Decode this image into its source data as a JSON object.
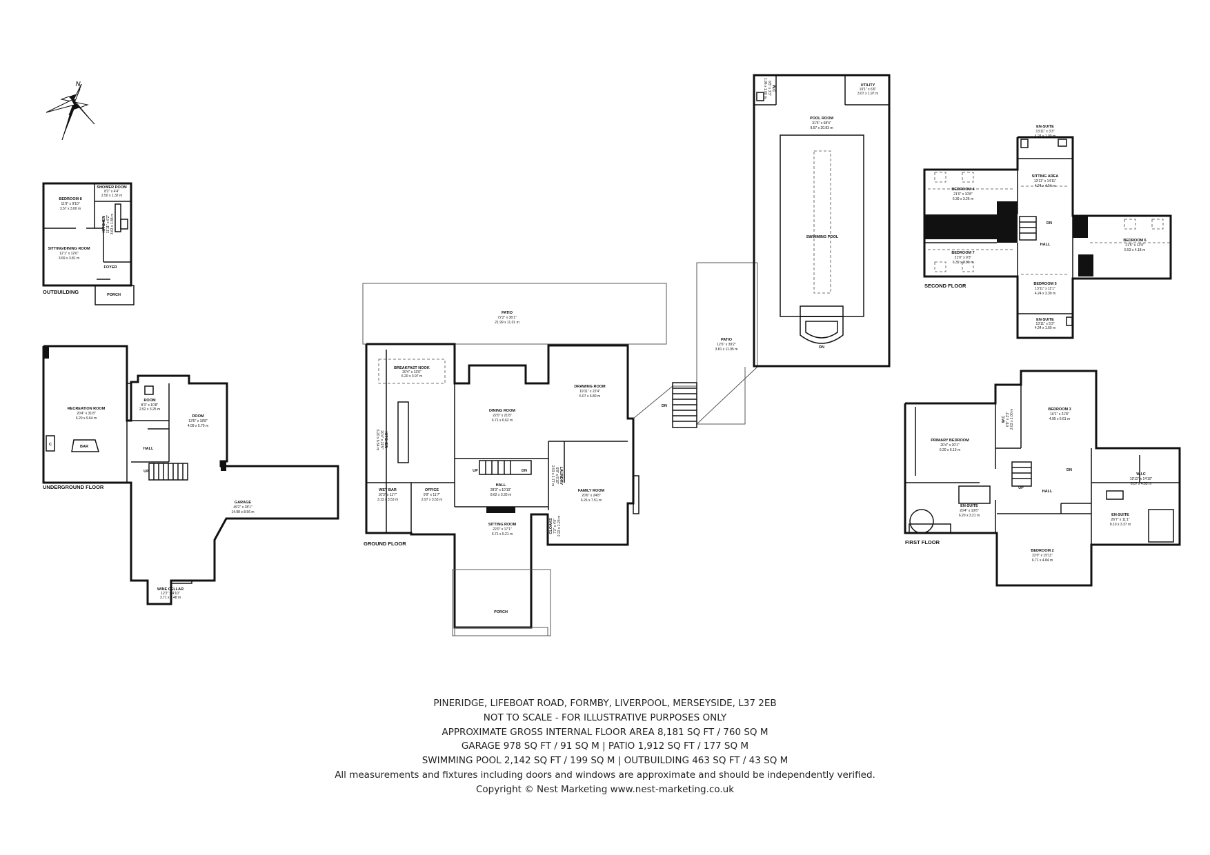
{
  "compass": {
    "north_label": "N"
  },
  "floors": {
    "outbuilding": "OUTBUILDING",
    "underground": "UNDERGROUND FLOOR",
    "ground": "GROUND FLOOR",
    "first": "FIRST FLOOR",
    "second": "SECOND FLOOR"
  },
  "rooms": {
    "bedroom8": {
      "name": "BEDROOM 8",
      "imperial": "11'9\" x 9'10\"",
      "metric": "3.57 x 3.00 m"
    },
    "shower_room": {
      "name": "SHOWER ROOM",
      "imperial": "8'2\" x 4'4\"",
      "metric": "2.50 x 1.32 m"
    },
    "kitchen_out": {
      "name": "KITCHEN",
      "imperial": "11'11\" x 6'2\"",
      "metric": "3.63 x 1.88 m"
    },
    "sitting_dining": {
      "name": "SITTING/DINING ROOM",
      "imperial": "12'1\" x 12'6\"",
      "metric": "3.69 x 3.81 m"
    },
    "foyer": {
      "name": "FOYER"
    },
    "porch_out": {
      "name": "PORCH"
    },
    "recreation": {
      "name": "RECREATION ROOM",
      "imperial": "20'4\" x 31'8\"",
      "metric": "6.20 x 9.64 m"
    },
    "bar": {
      "name": "BAR"
    },
    "c": {
      "name": "C"
    },
    "room_small": {
      "name": "ROOM",
      "imperial": "8'3\" x 10'8\"",
      "metric": "2.52 x 3.25 m"
    },
    "room_large": {
      "name": "ROOM",
      "imperial": "13'5\" x 18'8\"",
      "metric": "4.09 x 5.70 m"
    },
    "hall_under": {
      "name": "HALL"
    },
    "up_under": {
      "name": "UP"
    },
    "garage": {
      "name": "GARAGE",
      "imperial": "49'2\" x 28'1\"",
      "metric": "14.98 x 8.56 m"
    },
    "wine_cellar": {
      "name": "WINE CELLAR",
      "imperial": "12'2\" x 4'10\"",
      "metric": "3.71 x 1.48 m"
    },
    "patio_main": {
      "name": "PATIO",
      "imperial": "72'2\" x 36'1\"",
      "metric": "21.99 x 11.01 m"
    },
    "breakfast_nook": {
      "name": "BREAKFAST NOOK",
      "imperial": "20'4\" x 13'0\"",
      "metric": "6.20 x 3.97 m"
    },
    "kitchen": {
      "name": "KITCHEN",
      "imperial": "20'4\" x 21'5\"",
      "metric": "6.20 x 6.54 m"
    },
    "dining": {
      "name": "DINING ROOM",
      "imperial": "22'0\" x 21'8\"",
      "metric": "6.71 x 6.62 m"
    },
    "drawing": {
      "name": "DRAWING ROOM",
      "imperial": "19'11\" x 22'4\"",
      "metric": "6.07 x 6.80 m"
    },
    "hall_ground": {
      "name": "HALL",
      "imperial": "28'3\" x 10'10\"",
      "metric": "8.62 x 3.30 m"
    },
    "laundry": {
      "name": "LAUNDRY",
      "imperial": "6'8\" x 5'10\"",
      "metric": "2.03 x 1.77 m"
    },
    "family": {
      "name": "FAMILY ROOM",
      "imperial": "20'6\" x 24'8\"",
      "metric": "6.26 x 7.51 m"
    },
    "wet_bar": {
      "name": "WET BAR",
      "imperial": "10'3\" x 11'7\"",
      "metric": "3.13 x 3.53 m"
    },
    "office": {
      "name": "OFFICE",
      "imperial": "9'9\" x 11'7\"",
      "metric": "2.97 x 3.53 m"
    },
    "sitting": {
      "name": "SITTING ROOM",
      "imperial": "22'0\" x 17'1\"",
      "metric": "6.71 x 5.21 m"
    },
    "cloaks": {
      "name": "CLOAKS",
      "imperial": "7'3\" x 4'0\"",
      "metric": "2.22 x 1.23 m"
    },
    "porch_ground": {
      "name": "PORCH"
    },
    "up_ground": {
      "name": "UP"
    },
    "dn_ground": {
      "name": "DN"
    },
    "dn_patio": {
      "name": "DN"
    },
    "patio_side": {
      "name": "PATIO",
      "imperial": "12'6\" x 39'2\"",
      "metric": "3.81 x 11.95 m"
    },
    "pool_room": {
      "name": "POOL ROOM",
      "imperial": "31'5\" x 68'4\"",
      "metric": "9.57 x 20.83 m"
    },
    "swimming_pool": {
      "name": "SWIMMING POOL"
    },
    "utility": {
      "name": "UTILITY",
      "imperial": "10'1\" x 6'6\"",
      "metric": "3.07 x 1.97 m"
    },
    "wc_pool": {
      "name": "W.C",
      "imperial": "6'5\" x 3'3\"",
      "metric": "1.96 x 1.00 m"
    },
    "dn_pool": {
      "name": "DN"
    },
    "ensuite_top": {
      "name": "EN-SUITE",
      "imperial": "13'11\" x 3'3\"",
      "metric": "4.24 x 1.00 m"
    },
    "sitting_area": {
      "name": "SITTING AREA",
      "imperial": "13'11\" x 14'11\"",
      "metric": "4.24 x 4.54 m"
    },
    "bedroom4": {
      "name": "BEDROOM 4",
      "imperial": "21'0\" x 10'8\"",
      "metric": "6.39 x 3.26 m"
    },
    "bedroom7": {
      "name": "BEDROOM 7",
      "imperial": "21'0\" x 9'3\"",
      "metric": "6.39 x 2.81 m"
    },
    "bedroom6": {
      "name": "BEDROOM 6",
      "imperial": "21'5\" x 13'9\"",
      "metric": "6.53 x 4.18 m"
    },
    "hall_second": {
      "name": "HALL"
    },
    "dn_second": {
      "name": "DN"
    },
    "bedroom5": {
      "name": "BEDROOM 5",
      "imperial": "13'11\" x 11'1\"",
      "metric": "4.24 x 3.39 m"
    },
    "ensuite_b5": {
      "name": "EN-SUITE",
      "imperial": "13'11\" x 5'3\"",
      "metric": "4.24 x 1.60 m"
    },
    "primary": {
      "name": "PRIMARY BEDROOM",
      "imperial": "20'4\" x 20'1\"",
      "metric": "6.20 x 6.13 m"
    },
    "ensuite_primary": {
      "name": "EN-SUITE",
      "imperial": "20'4\" x 10'6\"",
      "metric": "6.20 x 3.21 m"
    },
    "wc_first": {
      "name": "W.C",
      "imperial": "6'8\" x 3'3\"",
      "metric": "2.03 x 1.00 m"
    },
    "bedroom3": {
      "name": "BEDROOM 3",
      "imperial": "16'1\" x 21'8\"",
      "metric": "4.90 x 6.61 m"
    },
    "hall_first": {
      "name": "HALL"
    },
    "up_first": {
      "name": "UP"
    },
    "dn_first": {
      "name": "DN"
    },
    "wic": {
      "name": "W.I.C",
      "imperial": "19'11\" x 14'10\"",
      "metric": "6.07 x 4.53 m"
    },
    "ensuite_b2": {
      "name": "EN-SUITE",
      "imperial": "26'7\" x 11'1\"",
      "metric": "8.10 x 3.37 m"
    },
    "bedroom2": {
      "name": "BEDROOM 2",
      "imperial": "22'0\" x 15'11\"",
      "metric": "6.71 x 4.84 m"
    }
  },
  "footer": {
    "address": "PINERIDGE, LIFEBOAT ROAD, FORMBY, LIVERPOOL, MERSEYSIDE, L37 2EB",
    "scale_note": "NOT TO SCALE - FOR ILLUSTRATIVE PURPOSES ONLY",
    "gross_area": "APPROXIMATE GROSS INTERNAL FLOOR AREA 8,181 SQ FT / 760 SQ M",
    "garage_patio": "GARAGE 978 SQ FT / 91 SQ M  |  PATIO 1,912 SQ FT / 177 SQ M",
    "pool_outbuilding": "SWIMMING POOL 2,142 SQ FT / 199 SQ M  |  OUTBUILDING 463 SQ FT / 43 SQ M",
    "disclaimer": "All measurements and fixtures including doors and windows are approximate and should be independently verified.",
    "copyright": "Copyright © Nest Marketing www.nest-marketing.co.uk"
  }
}
